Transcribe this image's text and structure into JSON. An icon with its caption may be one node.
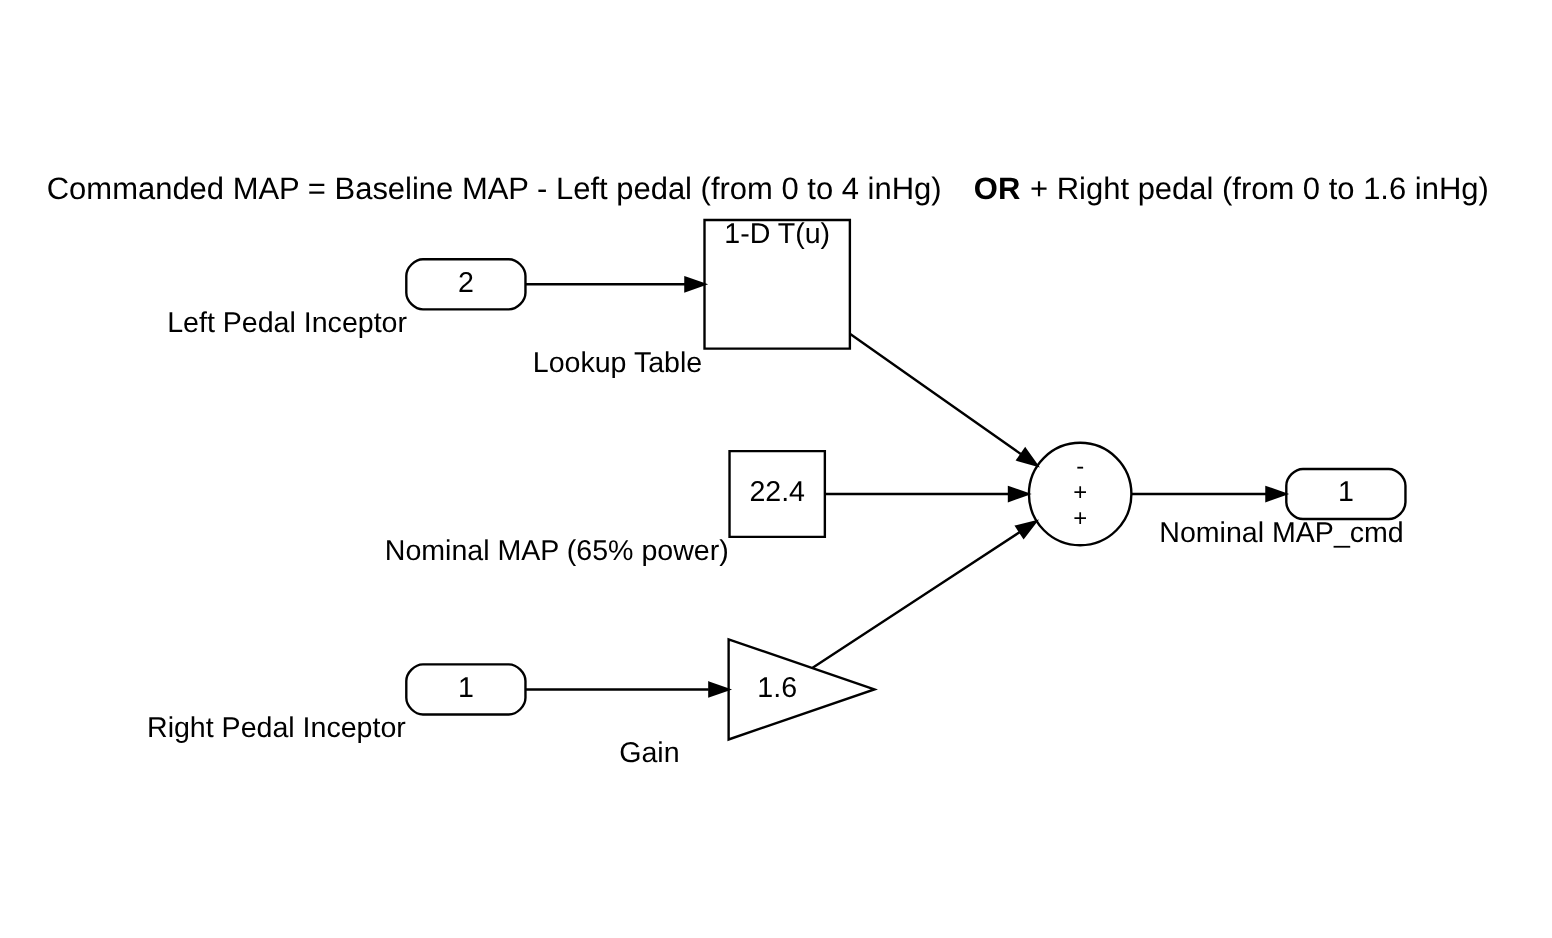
{
  "diagram": {
    "title": "Commanded MAP = Baseline MAP - Left pedal (from 0 to 4 inHg) **OR** + Right pedal (from 0 to 1.6 inHg)",
    "nodes": [
      {
        "text": [
          "2"
        ],
        "beside": [
          "Left Pedal Inceptor"
        ]
      },
      {
        "text": [
          "1-D T(u)"
        ],
        "beside": [
          "Lookup Table"
        ]
      },
      {
        "text": [
          "22.4"
        ],
        "beside": [
          "Nominal MAP (65% power)"
        ]
      },
      {
        "text": [
          "-",
          "+",
          "+"
        ]
      },
      {
        "text": [
          "1"
        ],
        "beside": [
          "Nominal MAP_cmd"
        ]
      },
      {
        "text": [
          "1"
        ],
        "beside": [
          "Right Pedal Inceptor"
        ]
      },
      {
        "text": [
          "1.6"
        ],
        "beside": [
          "Gain"
        ]
      }
    ],
    "edges": [
      {
        "from": 0,
        "to": 1,
        "arrow": "to"
      },
      {
        "from": 1,
        "to": 3,
        "arrow": "to"
      },
      {
        "from": 2,
        "to": 3,
        "arrow": "to"
      },
      {
        "from": 3,
        "to": 4,
        "arrow": "to"
      },
      {
        "from": 5,
        "to": 6,
        "arrow": "to"
      },
      {
        "from": 6,
        "to": 3,
        "arrow": "to"
      }
    ]
  }
}
